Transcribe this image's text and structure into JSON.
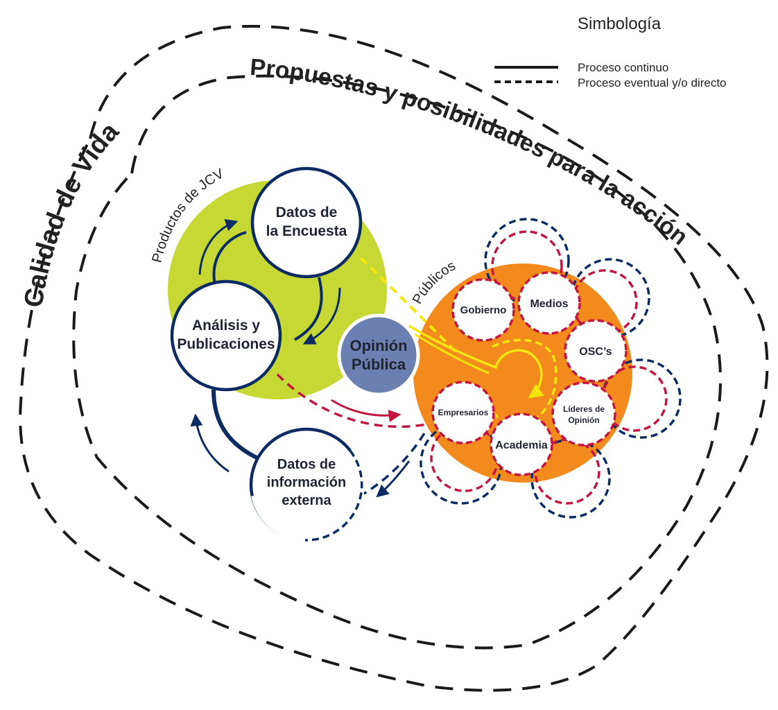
{
  "legend": {
    "title": "Simbología",
    "items": [
      {
        "style": "solid",
        "label": "Proceso continuo"
      },
      {
        "style": "dashed",
        "label": "Proceso eventual y/o directo"
      }
    ]
  },
  "frames": {
    "outer_label": "Calidad de Vida",
    "inner_label": "Propuestas y posibilidades para la acción"
  },
  "products": {
    "label": "Productos de JCV",
    "nodes": {
      "survey": [
        "Datos de",
        "la Encuesta"
      ],
      "analysis": [
        "Análisis y",
        "Publicaciones"
      ],
      "external": [
        "Datos de",
        "información",
        "externa"
      ]
    }
  },
  "opinion": [
    "Opinión",
    "Pública"
  ],
  "publics": {
    "label": "Públicos",
    "nodes": {
      "gobierno": "Gobierno",
      "medios": "Medios",
      "oscs": "OSC’s",
      "lideres": [
        "Líderes de",
        "Opinión"
      ],
      "academia": "Academia",
      "empresarios": "Empresarios"
    }
  },
  "colors": {
    "navy": "#0d2b63",
    "green": "#c6d833",
    "orange": "#f28a1e",
    "opinion": "#6b7fb0",
    "crimson": "#c2163f",
    "yellow": "#f6e60e",
    "black": "#1a1a1a"
  }
}
